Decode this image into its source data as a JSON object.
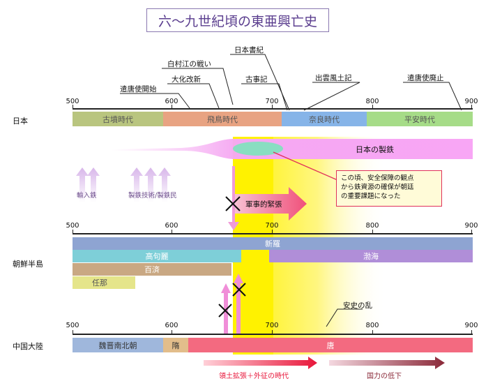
{
  "title": "六～九世紀頃の東亜興亡史",
  "regions": {
    "japan": "日本",
    "korea": "朝鮮半島",
    "china": "中国大陸"
  },
  "ticks": [
    "500",
    "600",
    "700",
    "800",
    "900"
  ],
  "japan_periods": [
    {
      "label": "古墳時代",
      "color": "#b9c57f"
    },
    {
      "label": "飛鳥時代",
      "color": "#e8a382"
    },
    {
      "label": "奈良時代",
      "color": "#86b4e8"
    },
    {
      "label": "平安時代",
      "color": "#a6dc88"
    }
  ],
  "japan_events": [
    "遣唐使開始",
    "大化改新",
    "白村江の戦い",
    "日本書紀",
    "古事記",
    "出雲風土記",
    "遣唐使廃止"
  ],
  "iron": {
    "label": "日本の製鉄",
    "callout": [
      "この頃、安全保障の観点",
      "から鉄資源の確保が朝廷",
      "の重要課題になった"
    ],
    "import_label": "輸入鉄",
    "tech_label": "製鉄技術/製鉄民",
    "tension_label": "軍事的緊張"
  },
  "korea_states": [
    {
      "label": "新羅",
      "color": "#8ea4d2"
    },
    {
      "label": "高句麗",
      "color": "#7ecfd8"
    },
    {
      "label": "渤海",
      "color": "#b08ed8"
    },
    {
      "label": "百済",
      "color": "#c9a883"
    },
    {
      "label": "任那",
      "color": "#e5e58a"
    }
  ],
  "china_dynasties": [
    {
      "label": "魏晋南北朝",
      "color": "#9fb7dc"
    },
    {
      "label": "隋",
      "color": "#e2bd8b"
    },
    {
      "label": "唐",
      "color": "#f36a80"
    }
  ],
  "china_events": [
    "安史の乱"
  ],
  "china_arrows": {
    "expansion": "領土拡張＋外征の時代",
    "decline": "国力の低下"
  }
}
